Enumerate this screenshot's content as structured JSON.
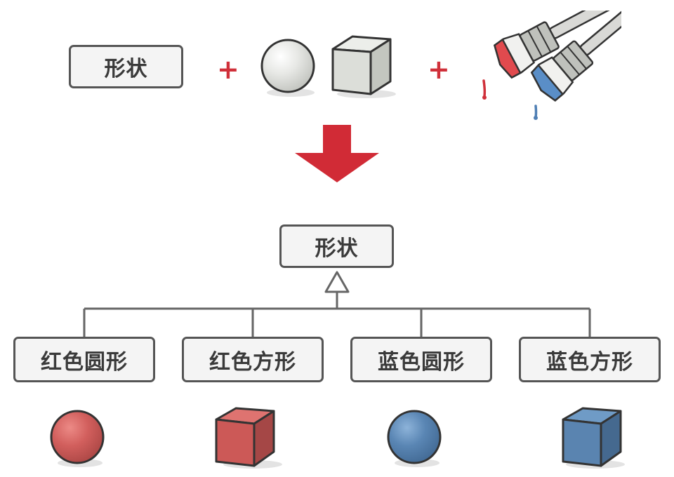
{
  "top_row": {
    "shape_label": "形状",
    "plus_1": "+",
    "plus_2": "+"
  },
  "hierarchy": {
    "parent_label": "形状",
    "children": [
      {
        "label": "红色圆形"
      },
      {
        "label": "红色方形"
      },
      {
        "label": "蓝色圆形"
      },
      {
        "label": "蓝色方形"
      }
    ]
  },
  "icons": [
    "gray-sphere-icon",
    "gray-cube-icon",
    "red-paintbrush-icon",
    "blue-paintbrush-icon",
    "down-arrow-icon",
    "inheritance-arrow-icon",
    "red-sphere-icon",
    "red-cube-icon",
    "blue-sphere-icon",
    "blue-cube-icon"
  ],
  "colors": {
    "accent_red": "#d0303a",
    "object_red": "#d1605f",
    "object_blue": "#5a86b4",
    "object_gray": "#e6e7e4",
    "outline": "#555555"
  }
}
